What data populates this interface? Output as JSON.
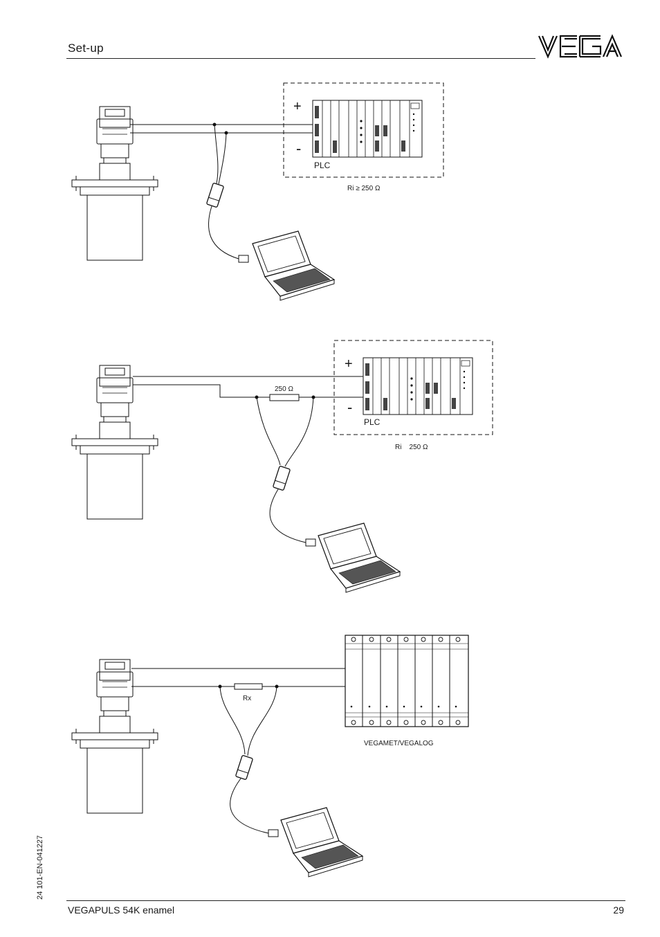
{
  "header": {
    "section_title": "Set-up",
    "logo_text": "VEGA"
  },
  "diagram1": {
    "plc_label": "PLC",
    "plus_sign": "+",
    "minus_sign": "-",
    "ri_note": "Ri ≥ 250 Ω"
  },
  "diagram2": {
    "resistor_label": "250 Ω",
    "plc_label": "PLC",
    "plus_sign": "+",
    "minus_sign": "-",
    "ri_note": "Ri    250 Ω"
  },
  "diagram3": {
    "resistor_label": "Rx",
    "device_label": "VEGAMET/VEGALOG"
  },
  "footer": {
    "product": "VEGAPULS 54K enamel",
    "page_number": "29",
    "doc_code": "24 101-EN-041227"
  }
}
